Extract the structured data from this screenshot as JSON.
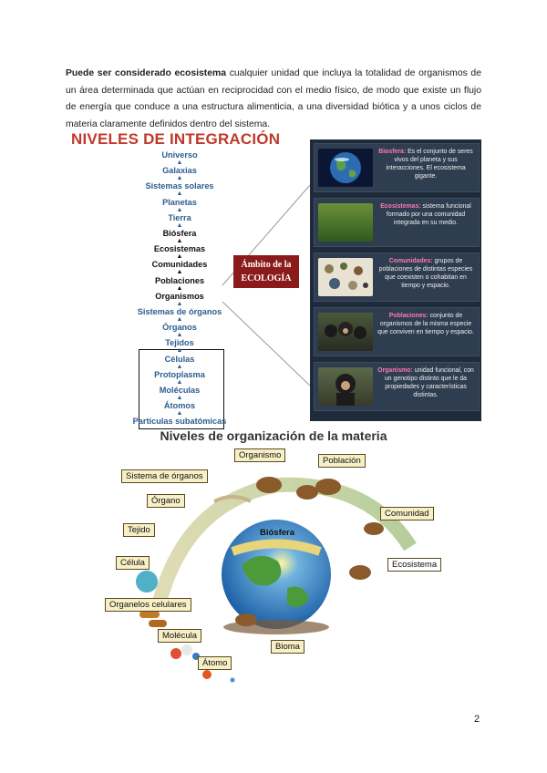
{
  "intro": {
    "bold": "Puede ser considerado ecosistema",
    "rest": " cualquier unidad que incluya la totalidad de organismos de un área determinada que actúan en reciprocidad con el medio físico, de modo que existe un flujo de energía que conduce a una estructura alimenticia, a una diversidad biótica y a unos ciclos de materia claramente definidos dentro del sistema."
  },
  "fig1": {
    "title": "NIVELES DE INTEGRACIÓN",
    "levels": [
      "Universo",
      "Galaxias",
      "Sistemas solares",
      "Planetas",
      "Tierra",
      "Biósfera",
      "Ecosistemas",
      "Comunidades",
      "Poblaciones",
      "Organismos",
      "Sistemas de órganos",
      "Órganos",
      "Tejidos",
      "Células",
      "Protoplasma",
      "Moléculas",
      "Átomos",
      "Partículas subatómicas"
    ],
    "ambito": [
      "Ámbito de la",
      "ECOLOGÍA"
    ],
    "cards": [
      {
        "head": "Biosfera:",
        "text": " Es el conjunto de seres vivos del planeta y sus interacciones. El ecosistema gigante.",
        "icon": "earth-image"
      },
      {
        "head": "Ecosistemas:",
        "text": " sistema funcional formado por una comunidad integrada en su medio.",
        "icon": "forest-image"
      },
      {
        "head": "Comunidades:",
        "text": " grupos de poblaciones de distintas especies que coexisten o cohabitan en tiempo y espacio.",
        "icon": "animals-image"
      },
      {
        "head": "Poblaciones:",
        "text": " conjunto de organismos de la misma especie que conviven en tiempo y espacio.",
        "icon": "chimp-group-image"
      },
      {
        "head": "Organismo:",
        "text": " unidad funcional, con un genotipo distinto que le da propiedades y características distintas.",
        "icon": "chimp-image"
      }
    ]
  },
  "fig2": {
    "title": "Niveles de organización de la materia",
    "tags": {
      "organismo": "Organismo",
      "poblacion": "Población",
      "sistema": "Sistema de órganos",
      "organo": "Órgano",
      "comunidad": "Comunidad",
      "tejido": "Tejido",
      "biosfera": "Biósfera",
      "celula": "Célula",
      "ecosistema": "Ecosistema",
      "organelos": "Organelos celulares",
      "molecula": "Molécula",
      "bioma": "Bioma",
      "atomo": "Átomo"
    }
  },
  "page_number": "2",
  "colors": {
    "title_red": "#c0392b",
    "level_blue": "#2c5d8f",
    "panel": "#1f2b3a",
    "ambito": "#8b1a1a",
    "tag_fill": "#f7efc6"
  }
}
